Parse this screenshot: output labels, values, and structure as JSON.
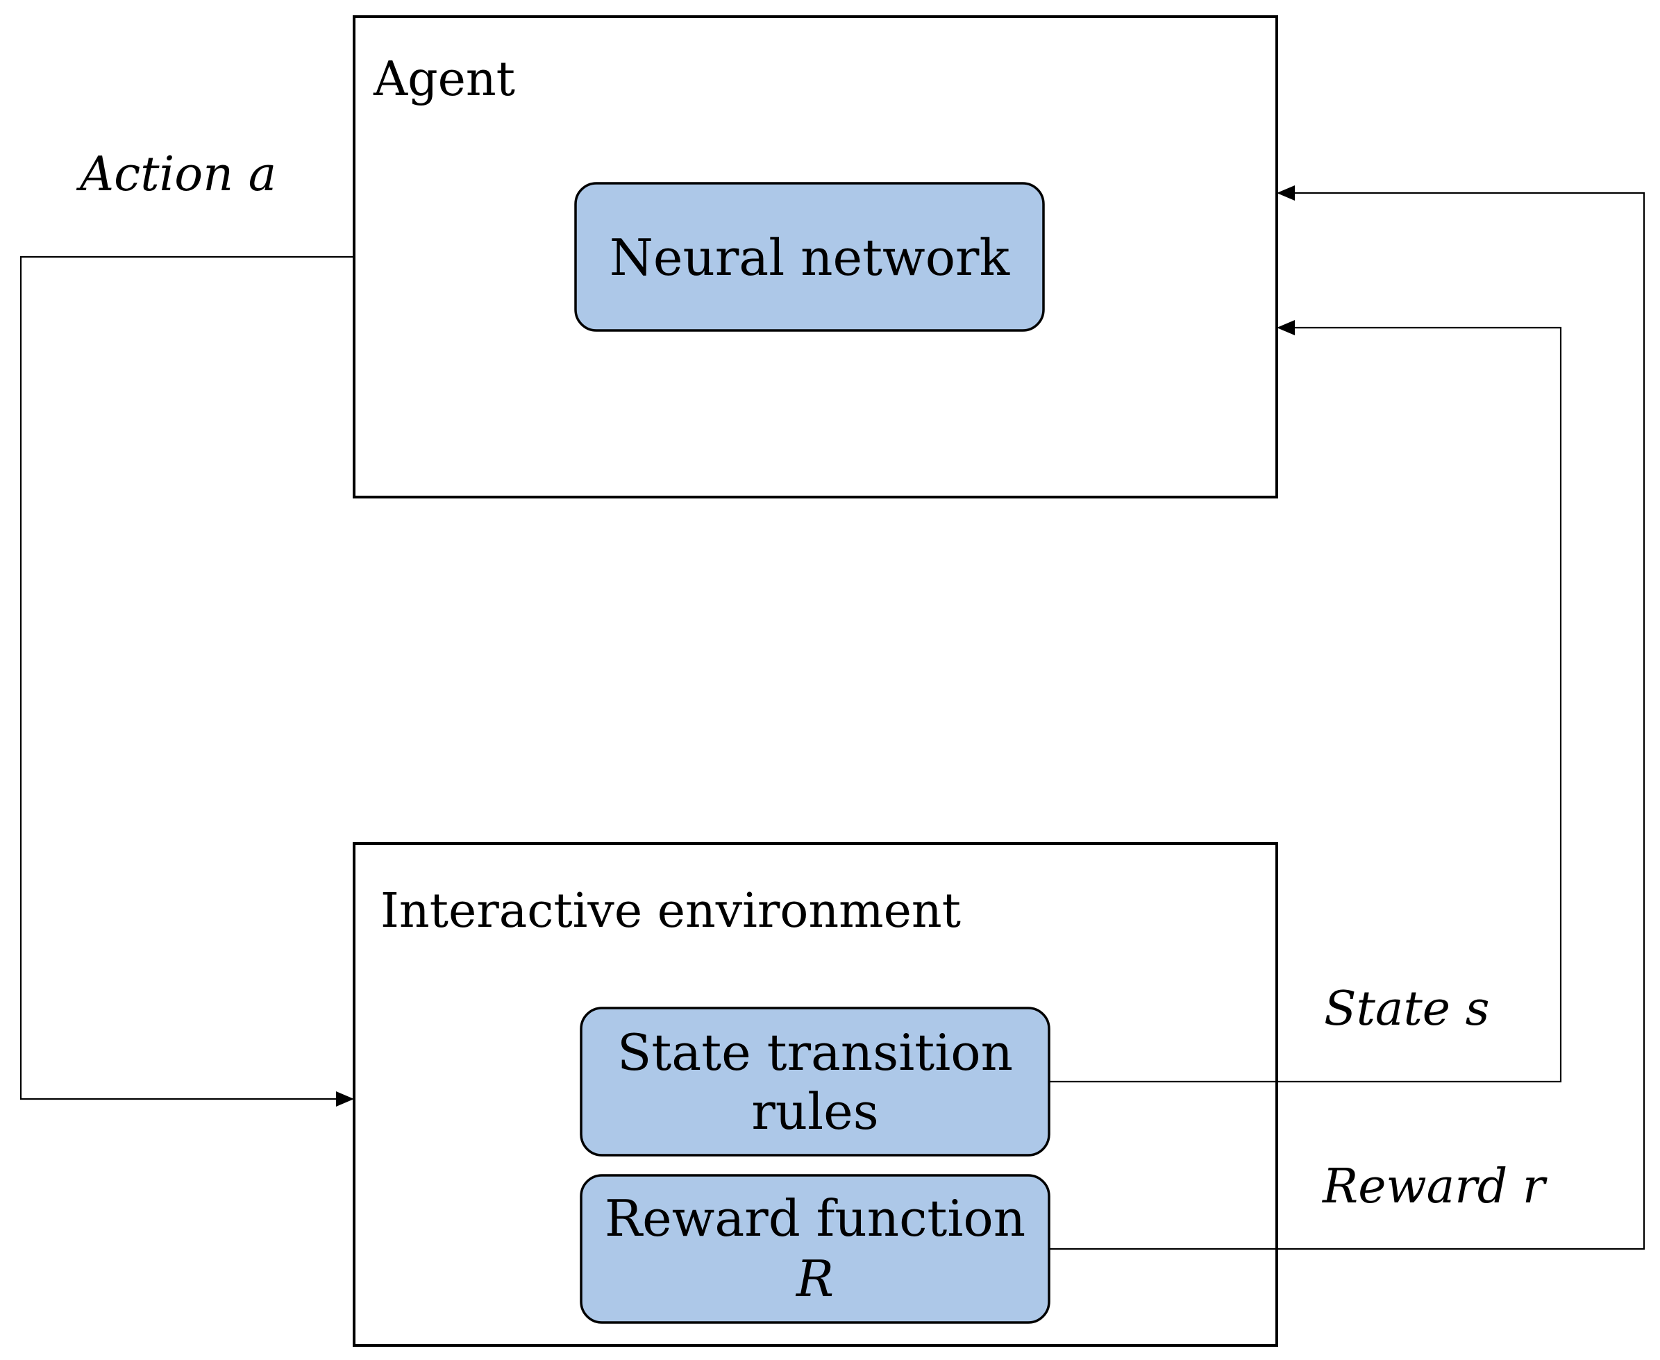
{
  "colors": {
    "module_fill": "#adc8e8",
    "stroke": "#000000",
    "background": "#ffffff"
  },
  "agent": {
    "title": "Agent",
    "neural_network": "Neural network"
  },
  "environment": {
    "title": "Interactive environment",
    "state_transition": {
      "line1": "State transition",
      "line2": "rules"
    },
    "reward_function": {
      "line1": "Reward function",
      "line2": "R"
    }
  },
  "edges": {
    "action": "Action a",
    "state": "State s",
    "reward": "Reward r"
  }
}
